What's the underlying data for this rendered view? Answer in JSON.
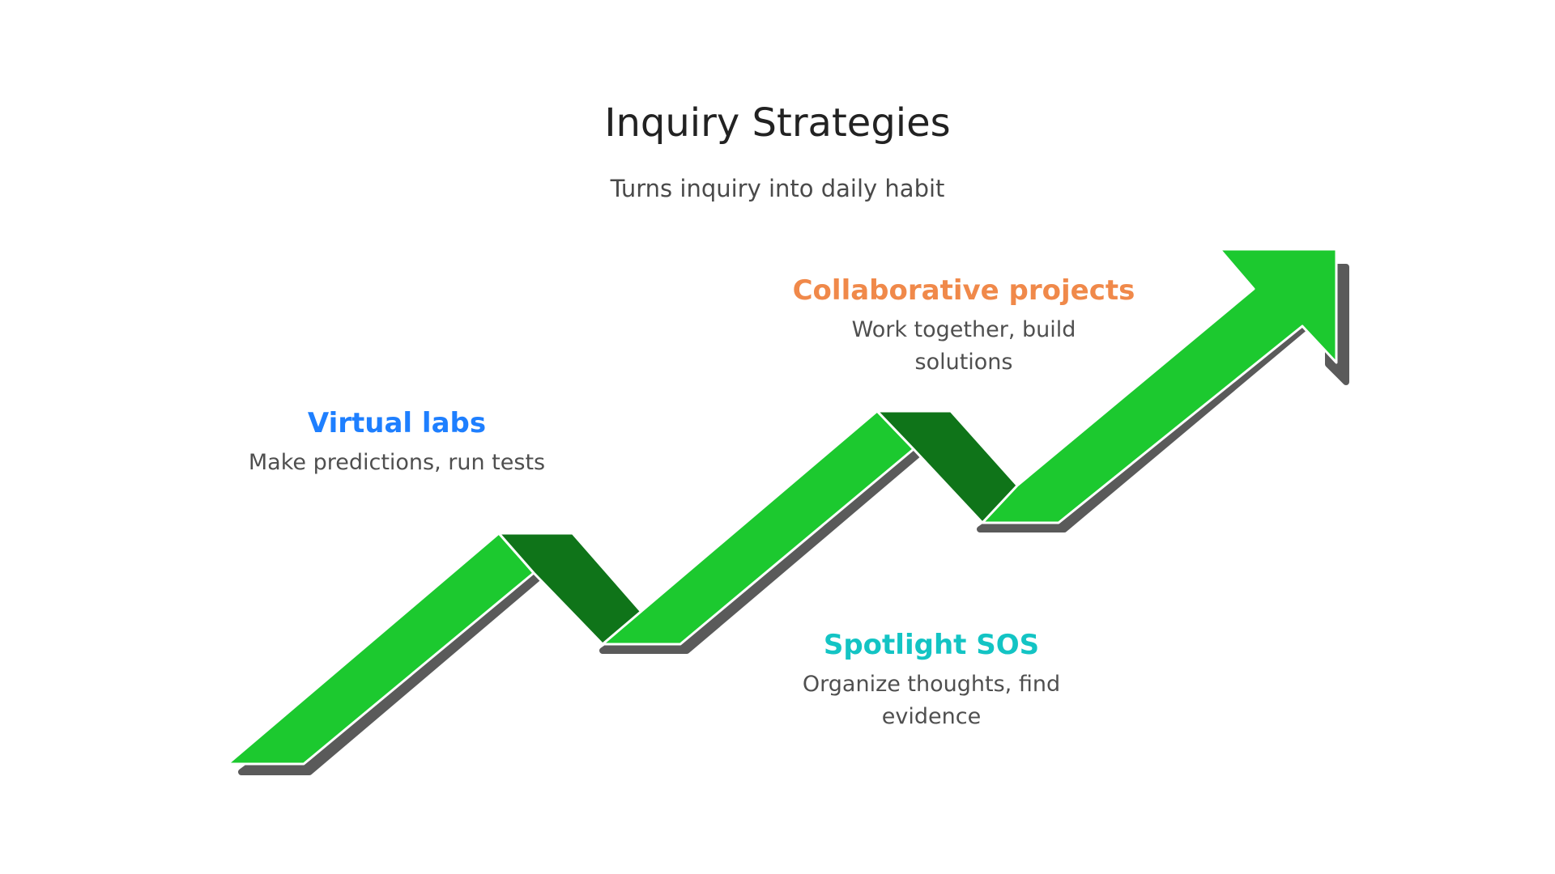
{
  "title": "Inquiry Strategies",
  "subtitle": "Turns inquiry into daily habit",
  "colors": {
    "arrow_light": "#1cc92f",
    "arrow_dark": "#0f7419",
    "shadow": "#5a5a5a",
    "virtual_labs": "#1e7fff",
    "collaborative_projects": "#f0894a",
    "spotlight_sos": "#13c4c4"
  },
  "steps": [
    {
      "heading": "Virtual labs",
      "description": "Make predictions, run tests"
    },
    {
      "heading": "Spotlight SOS",
      "description": "Organize thoughts, find evidence"
    },
    {
      "heading": "Collaborative projects",
      "description": "Work together, build solutions"
    }
  ]
}
